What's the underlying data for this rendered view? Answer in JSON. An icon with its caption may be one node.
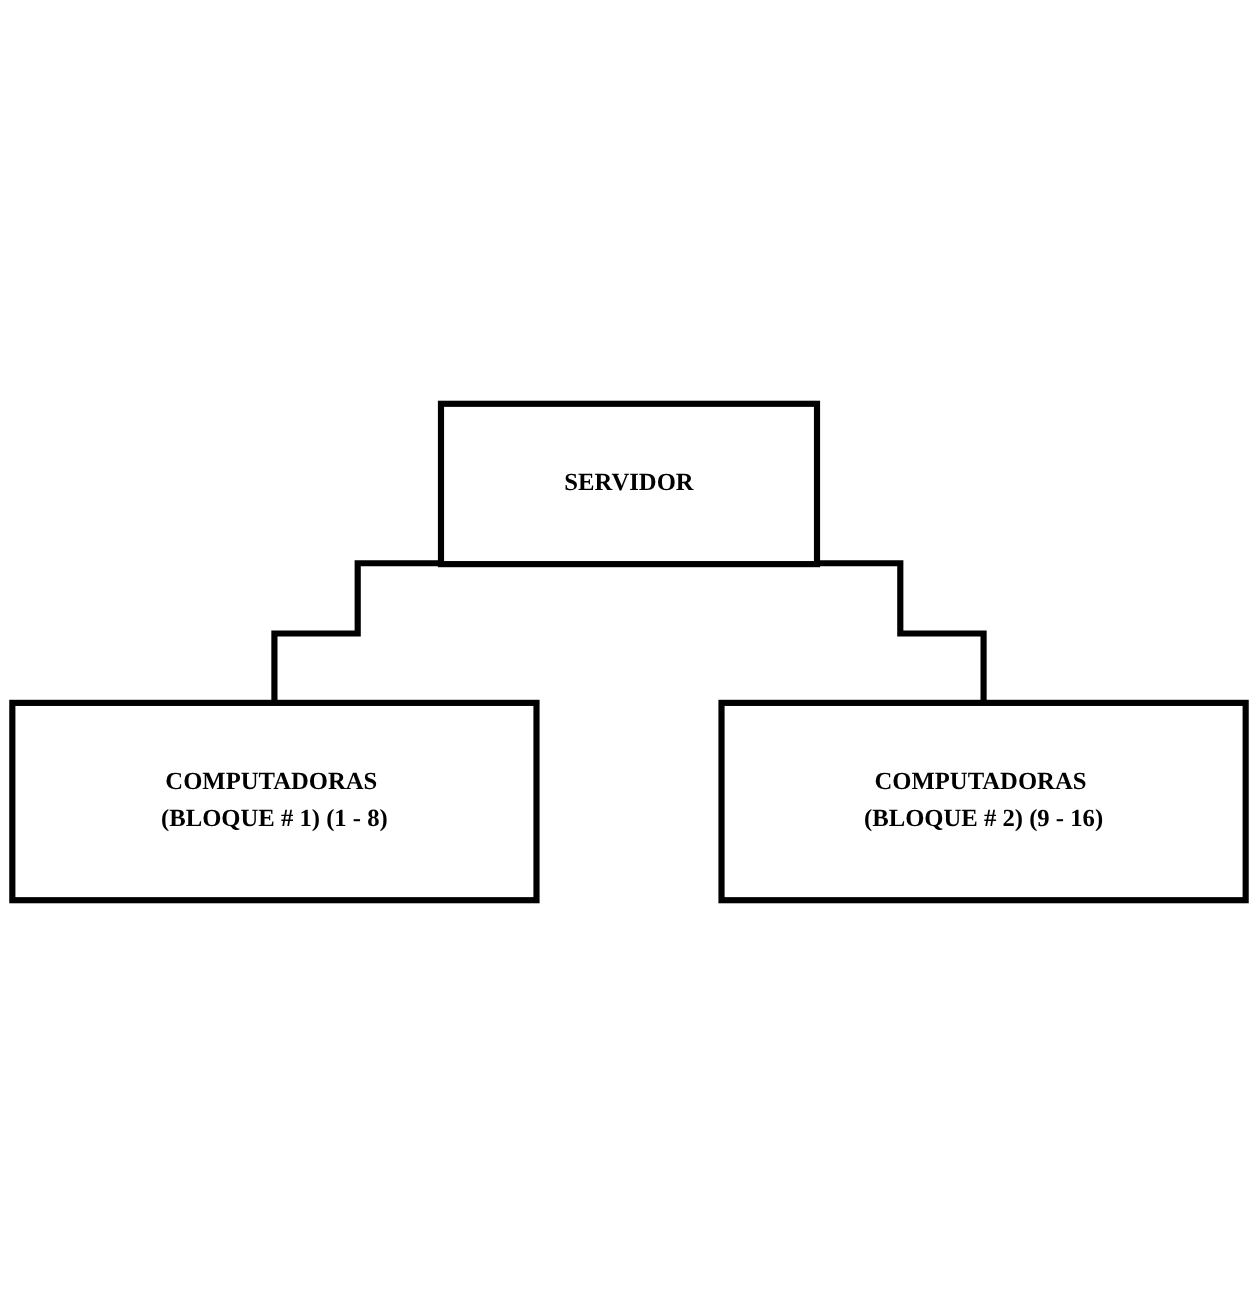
{
  "diagram": {
    "nodes": [
      {
        "text": [
          "SERVIDOR"
        ]
      },
      {
        "text": [
          "COMPUTADORAS (BLOQUE # 1) (1 - 8)"
        ]
      },
      {
        "text": [
          "COMPUTADORAS (BLOQUE # 2) (9 - 16)"
        ]
      }
    ],
    "edges": [
      {
        "from": 0,
        "to": 1,
        "arrow": "none"
      },
      {
        "from": 0,
        "to": 2,
        "arrow": "none"
      }
    ]
  }
}
